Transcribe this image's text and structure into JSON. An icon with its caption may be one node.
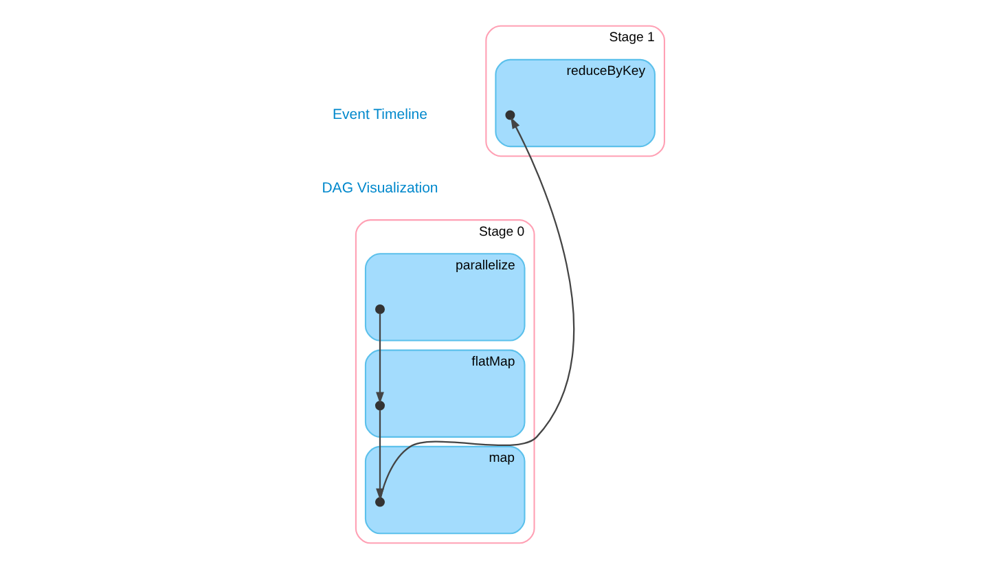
{
  "diagram": {
    "nodes": [
      {
        "text": [
          "Stage 0"
        ]
      },
      {
        "text": [
          "parallelize"
        ],
        "in": 0
      },
      {
        "text": [],
        "shape": "circle",
        "in": 1
      },
      {
        "text": [
          "flatMap"
        ],
        "in": 0
      },
      {
        "text": [],
        "shape": "circle",
        "in": 3
      },
      {
        "text": [
          "map"
        ],
        "in": 0
      },
      {
        "text": [],
        "shape": "circle",
        "in": 5
      },
      {
        "text": [
          "Stage 1"
        ]
      },
      {
        "text": [
          "reduceByKey"
        ],
        "in": 7
      },
      {
        "text": [],
        "shape": "circle",
        "in": 8
      }
    ],
    "edges": [
      {
        "from": 2,
        "to": 4,
        "arrow": "to"
      },
      {
        "from": 4,
        "to": 6,
        "arrow": "to"
      },
      {
        "from": 6,
        "to": 9,
        "arrow": "to"
      }
    ],
    "labels": [
      "Event Timeline",
      "DAG Visualization"
    ]
  }
}
